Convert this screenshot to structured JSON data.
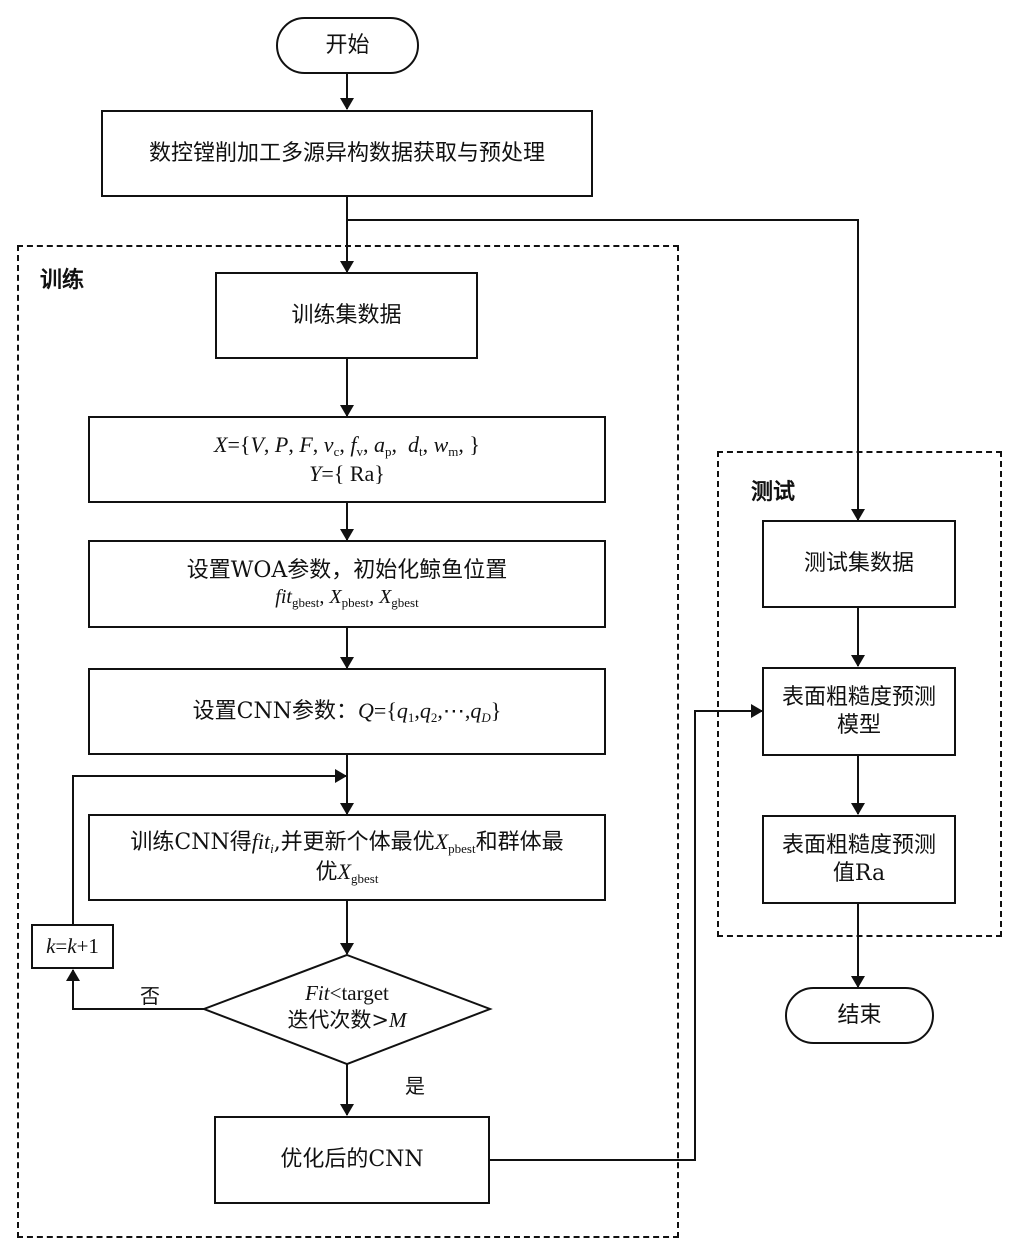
{
  "nodes": {
    "start": "开始",
    "preprocess": "数控镗削加工多源异构数据获取与预处理",
    "train_set": "训练集数据",
    "xy_def": {
      "x_prefix": "X",
      "x_eq": "={",
      "x_vars": [
        "V",
        "P",
        "F",
        "v",
        "f",
        "a",
        "d",
        "w"
      ],
      "x_subs": [
        "",
        "",
        "",
        "c",
        "v",
        "p",
        "t",
        "m"
      ],
      "x_suffix": "}",
      "y_prefix": "Y",
      "y_eq": "={ Ra}"
    },
    "woa": {
      "line1": "设置WOA参数，初始化鲸鱼位置",
      "fit": "fit",
      "fit_sub": "gbest",
      "xp": "X",
      "xp_sub": "pbest",
      "xg": "X",
      "xg_sub": "gbest"
    },
    "cnn_params": {
      "prefix": "设置CNN参数：",
      "q": "Q",
      "eq": "={",
      "q1": "q",
      "q1_sub": "1",
      "q2": "q",
      "q2_sub": "2",
      "dots": ",⋯,",
      "qd": "q",
      "qd_sub": "D",
      "close": "}"
    },
    "train_cnn": {
      "part1": "训练CNN得",
      "fit": "fit",
      "fit_sub": "i",
      "part2": ",并更新个体最优",
      "xp": "X",
      "xp_sub": "pbest",
      "part3": "和群体最",
      "part4": "优",
      "xg": "X",
      "xg_sub": "gbest"
    },
    "increment": {
      "k1": "k",
      "eq": "=",
      "k2": "k",
      "plus": "+1"
    },
    "decision": {
      "fit": "Fit",
      "lt_target": "<target",
      "line2_text": "迭代次数>",
      "m": "M"
    },
    "optimized_cnn": "优化后的CNN",
    "test_set": "测试集数据",
    "model": {
      "line1": "表面粗糙度预测",
      "line2": "模型"
    },
    "predicted": {
      "line1": "表面粗糙度预测",
      "line2": "值Ra"
    },
    "end": "结束"
  },
  "regions": {
    "train": "训练",
    "test": "测试"
  },
  "edge_labels": {
    "no": "否",
    "yes": "是"
  }
}
